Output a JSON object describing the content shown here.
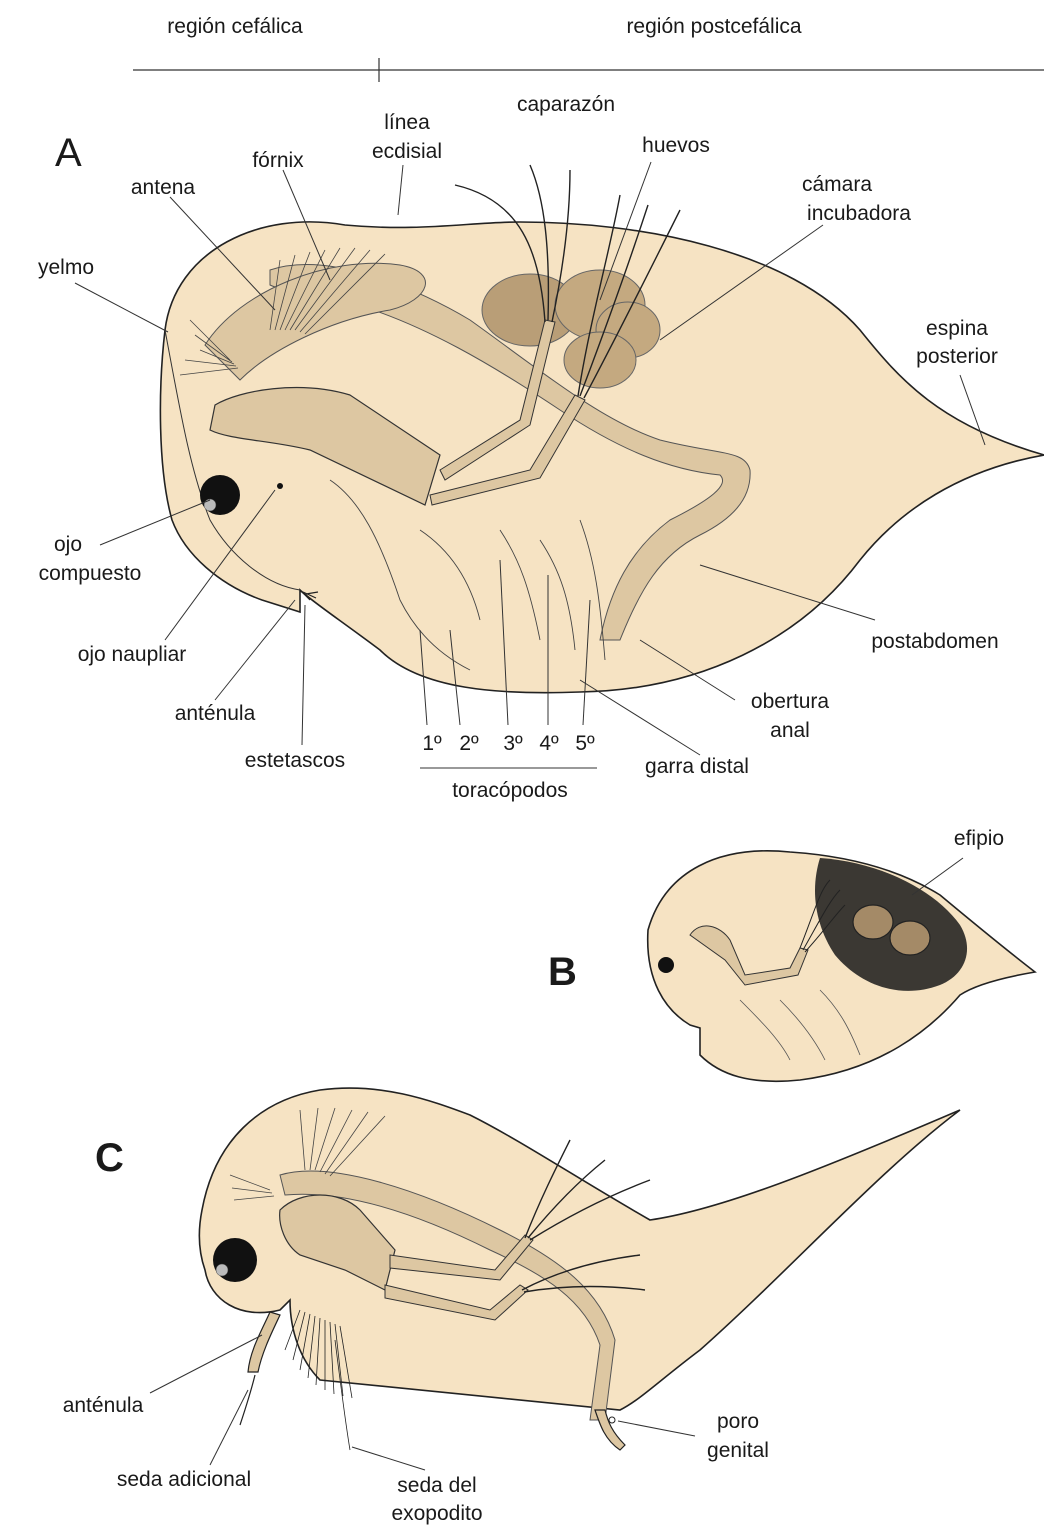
{
  "colors": {
    "body_fill": "#f6e3c3",
    "organ_fill": "#ddc7a2",
    "egg_fill": "#b99e77",
    "outline": "#222222"
  },
  "header": {
    "left_region": "región cefálica",
    "right_region": "región postcefálica"
  },
  "panels": {
    "a": "A",
    "b": "B",
    "c": "C"
  },
  "panel_a_labels": {
    "caparazon": "caparazón",
    "linea": "línea",
    "ecdisial": "ecdisial",
    "huevos": "huevos",
    "fornix": "fórnix",
    "antena": "antena",
    "camara": "cámara",
    "incubadora": "incubadora",
    "yelmo": "yelmo",
    "espina": "espina",
    "posterior": "posterior",
    "ojo": "ojo",
    "compuesto": "compuesto",
    "ojo_naupliar": "ojo naupliar",
    "postabdomen": "postabdomen",
    "antenula": "anténula",
    "obertura": "obertura",
    "anal": "anal",
    "estetascos": "estetascos",
    "garra_distal": "garra distal",
    "toracopodos": "toracópodos",
    "limbs": [
      "1º",
      "2º",
      "3º",
      "4º",
      "5º"
    ]
  },
  "panel_b_labels": {
    "efipio": "efipio"
  },
  "panel_c_labels": {
    "antenula": "anténula",
    "seda_adicional": "seda adicional",
    "seda_del": "seda del",
    "exopodito": "exopodito",
    "poro": "poro",
    "genital": "genital"
  },
  "icons": [
    "daphnia-female-drawing",
    "daphnia-ephippial-drawing",
    "daphnia-male-drawing"
  ]
}
